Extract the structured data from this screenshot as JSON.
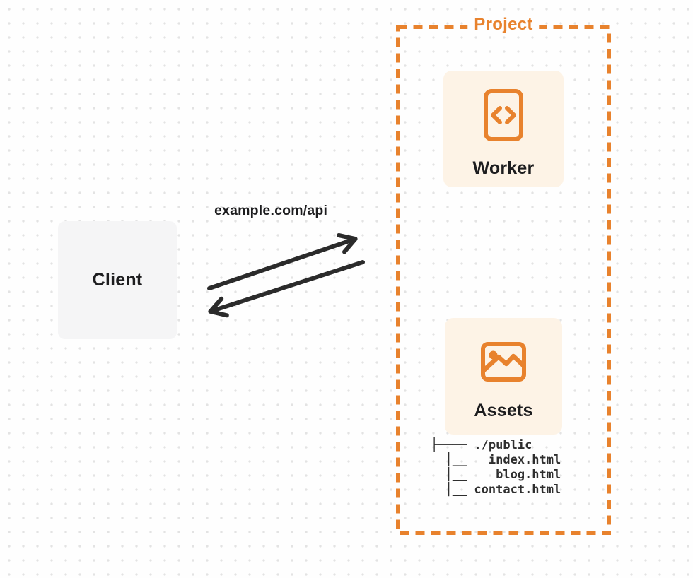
{
  "client": {
    "label": "Client"
  },
  "connection": {
    "label": "example.com/api"
  },
  "project": {
    "label": "Project",
    "worker": {
      "label": "Worker",
      "icon": "code-file-icon"
    },
    "assets": {
      "label": "Assets",
      "icon": "image-icon"
    },
    "file_tree": {
      "root_prefix": "├──── ",
      "child_prefix": "  │__ ",
      "root": "./public",
      "files": [
        "index.html",
        "blog.html",
        "contact.html"
      ]
    }
  },
  "colors": {
    "accent": "#e8822d",
    "card_bg": "#fdf3e6",
    "client_bg": "#f5f5f6",
    "arrow": "#2b2b2b",
    "text": "#1d1d1f",
    "tree_text": "#2e2e2e",
    "page_bg": "#fefefe",
    "dot": "#e3e3e3"
  }
}
